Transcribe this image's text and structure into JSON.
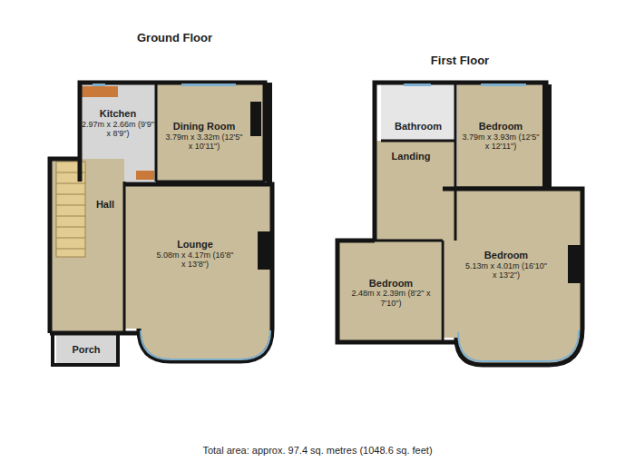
{
  "diagram": {
    "caption": "Total area: approx. 97.4 sq. metres (1048.6 sq. feet)",
    "nodes": [
      {
        "text": [
          "Ground Floor"
        ]
      },
      {
        "text": [
          "Kitchen",
          "2.97m x 2.66m (9'9\" x 8'9\")"
        ],
        "in": 0
      },
      {
        "text": [
          "Dining Room",
          "3.79m x 3.32m (12'5\" x 10'11\")"
        ],
        "in": 0
      },
      {
        "text": [
          "Hall"
        ],
        "in": 0
      },
      {
        "text": [
          "Lounge",
          "5.08m x 4.17m (16'8\" x 13'8\")"
        ],
        "in": 0
      },
      {
        "text": [
          "Porch"
        ],
        "in": 0
      },
      {
        "text": [
          "First Floor"
        ]
      },
      {
        "text": [
          "Bathroom"
        ],
        "in": 6
      },
      {
        "text": [
          "Bedroom",
          "3.79m x 3.93m (12'5\" x 12'11\")"
        ],
        "in": 6
      },
      {
        "text": [
          "Landing"
        ],
        "in": 6
      },
      {
        "text": [
          "Bedroom",
          "2.48m x 2.39m (8'2\" x 7'10\")"
        ],
        "in": 6
      },
      {
        "text": [
          "Bedroom",
          "5.13m x 4.01m (16'10\" x 13'2\")"
        ],
        "in": 6
      }
    ]
  }
}
